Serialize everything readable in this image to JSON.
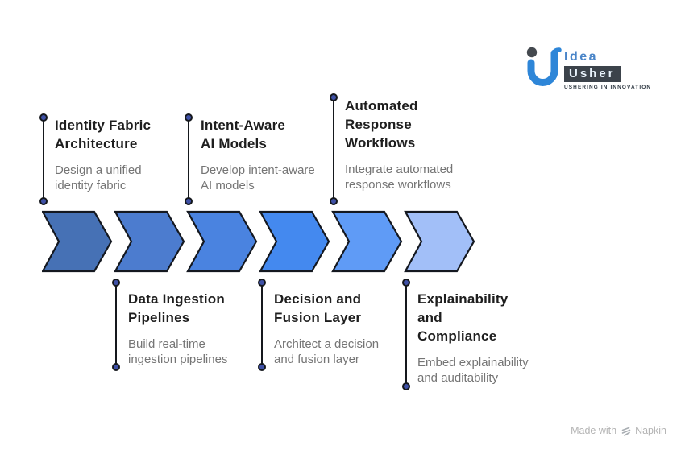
{
  "logo": {
    "idea": "Idea",
    "usher": "Usher",
    "tagline": "USHERING IN INNOVATION"
  },
  "flow": {
    "outline": "#141820",
    "chevrons": [
      {
        "color": "#4671b5"
      },
      {
        "color": "#4c7ccf"
      },
      {
        "color": "#4a83e0"
      },
      {
        "color": "#4489ef"
      },
      {
        "color": "#5f9bf6"
      },
      {
        "color": "#a2bff8"
      }
    ]
  },
  "steps": {
    "top": [
      {
        "title": "Identity Fabric\nArchitecture",
        "description": "Design a unified\nidentity fabric"
      },
      {
        "title": "Intent-Aware\nAI Models",
        "description": "Develop intent-aware\nAI models"
      },
      {
        "title": "Automated\nResponse\nWorkflows",
        "description": "Integrate automated\nresponse workflows"
      }
    ],
    "bottom": [
      {
        "title": "Data Ingestion\nPipelines",
        "description": "Build real-time\ningestion pipelines"
      },
      {
        "title": "Decision and\nFusion Layer",
        "description": "Architect a decision\nand fusion layer"
      },
      {
        "title": "Explainability\nand\nCompliance",
        "description": "Embed explainability\nand auditability"
      }
    ]
  },
  "footer": {
    "made_with": "Made with",
    "brand": "Napkin"
  }
}
